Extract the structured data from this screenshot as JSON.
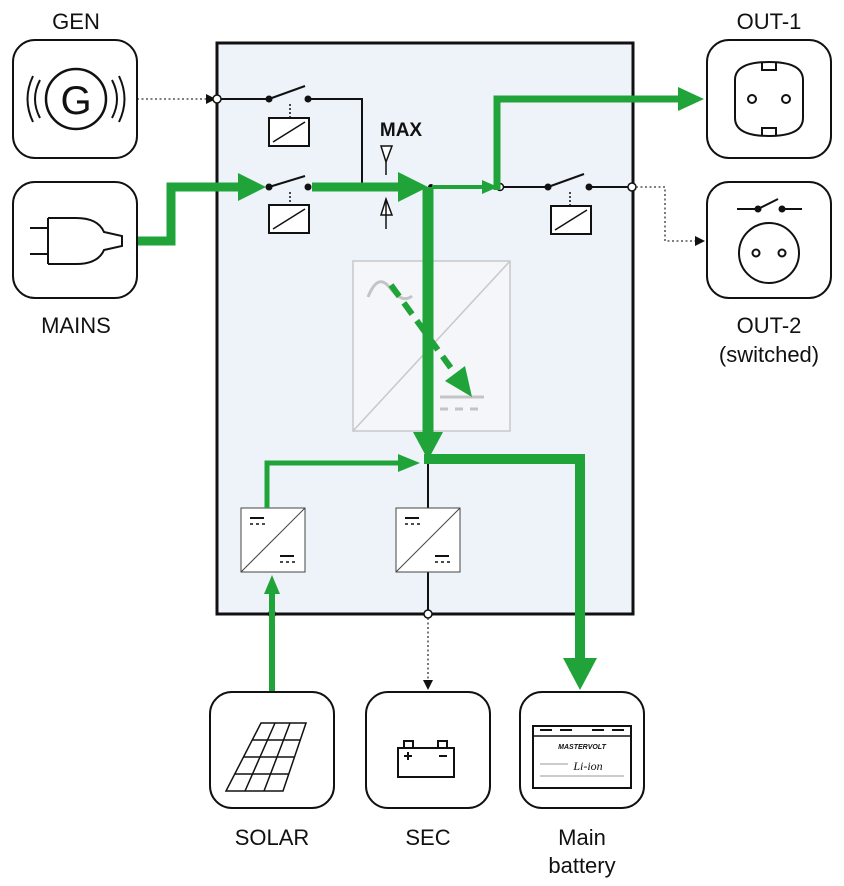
{
  "labels": {
    "gen": "GEN",
    "mains": "MAINS",
    "out1": "OUT-1",
    "out2_line1": "OUT-2",
    "out2_line2": "(switched)",
    "solar": "SOLAR",
    "sec": "SEC",
    "battery_line1": "Main",
    "battery_line2": "battery",
    "max": "MAX"
  },
  "icons": {
    "gen": "generator-icon",
    "mains": "plug-icon",
    "out1": "socket-icon",
    "out2": "switched-socket-icon",
    "solar": "solar-panel-icon",
    "sec": "battery-icon",
    "battery": "lithium-battery-icon"
  },
  "logos": {
    "battery_brand": "MASTERVOLT",
    "battery_model": "Li-ion"
  },
  "colors": {
    "power_flow": "#20a43a",
    "unit_background": "#eef3fa",
    "line": "#111111"
  }
}
